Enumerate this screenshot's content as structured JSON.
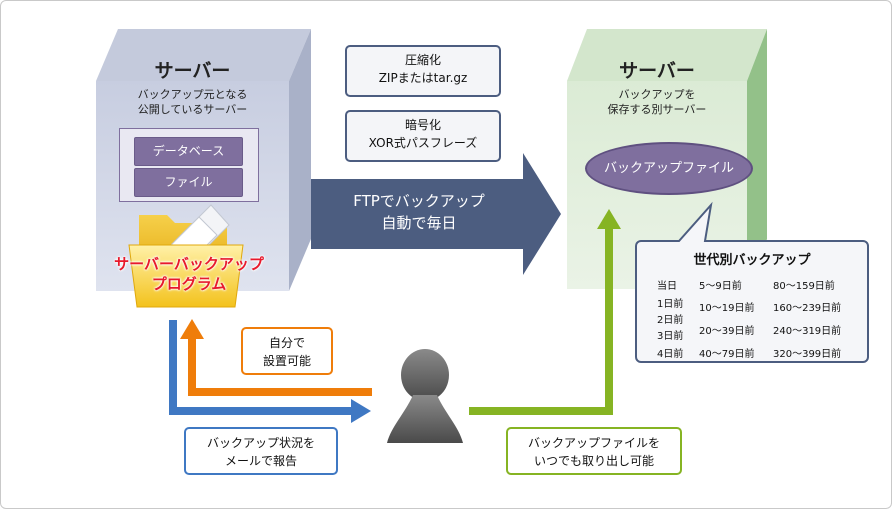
{
  "source_server": {
    "title": "サーバー",
    "subtitle_lines": [
      "バックアップ元となる",
      "公開しているサーバー"
    ],
    "items": [
      "データベース",
      "ファイル"
    ],
    "program_lines": [
      "サーバーバックアップ",
      "プログラム"
    ]
  },
  "compression": {
    "title": "圧縮化",
    "detail": "ZIPまたはtar.gz"
  },
  "encryption": {
    "title": "暗号化",
    "detail": "XOR式パスフレーズ"
  },
  "transfer": {
    "line1": "FTPでバックアップ",
    "line2": "自動で毎日"
  },
  "dest_server": {
    "title": "サーバー",
    "subtitle_lines": [
      "バックアップを",
      "保存する別サーバー"
    ],
    "file_label": "バックアップファイル"
  },
  "generations": {
    "title": "世代別バックアップ",
    "col1": [
      "当日",
      "1日前",
      "2日前",
      "3日前",
      "4日前"
    ],
    "col2": [
      "5～9日前",
      "10～19日前",
      "20～39日前",
      "40～79日前"
    ],
    "col3": [
      "80～159日前",
      "160～239日前",
      "240～319日前",
      "320～399日前"
    ]
  },
  "self_install": {
    "lines": [
      "自分で",
      "設置可能"
    ]
  },
  "mail_report": {
    "lines": [
      "バックアップ状況を",
      "メールで報告"
    ]
  },
  "retrieve": {
    "lines": [
      "バックアップファイルを",
      "いつでも取り出し可能"
    ]
  },
  "colors": {
    "orange": "#ef7d0a",
    "blue": "#3f78c3",
    "green": "#86b423",
    "navy": "#4c5d80",
    "purple": "#7f6f9e",
    "red_text": "#e8192c"
  }
}
